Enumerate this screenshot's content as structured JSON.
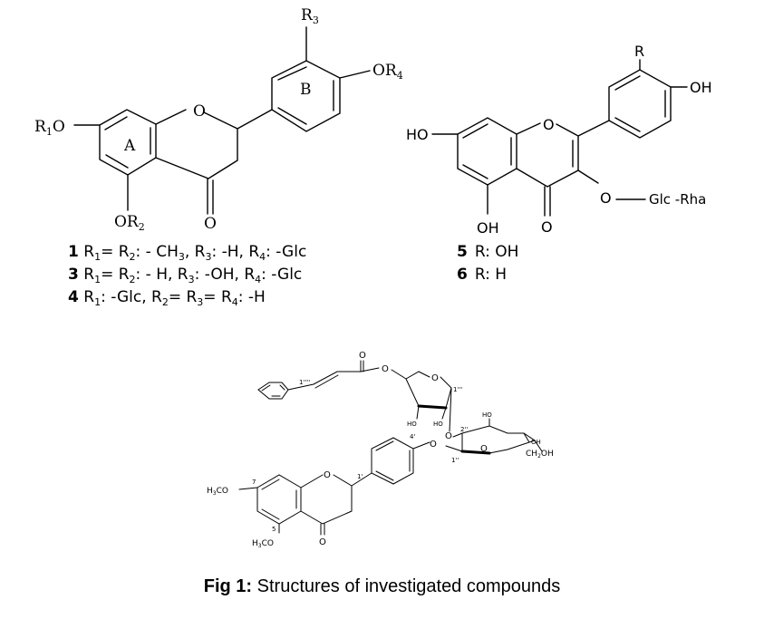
{
  "structure_top_left": {
    "labels": {
      "r3": "R3",
      "or4": "OR4",
      "r1o": "R1O",
      "ring_a": "A",
      "ring_b": "B",
      "ring_o": "O",
      "carbonyl_o": "O",
      "or2": "OR2"
    },
    "compounds": [
      {
        "number": "1",
        "text": "R1= R2: - CH3, R3: -H, R4: -Glc"
      },
      {
        "number": "3",
        "text": "R1= R2: - H, R3: -OH, R4: -Glc"
      },
      {
        "number": "4",
        "text": "R1: -Glc, R2= R3= R4: -H"
      }
    ]
  },
  "structure_top_right": {
    "labels": {
      "r": "R",
      "oh_b": "OH",
      "ho_a": "HO",
      "ring_o": "O",
      "oh_5": "OH",
      "carbonyl_o": "O",
      "ether_o": "O",
      "sugar": "Glc -Rha"
    },
    "compounds": [
      {
        "number": "5",
        "text": "R: OH"
      },
      {
        "number": "6",
        "text": "R: H"
      }
    ]
  },
  "structure_bottom": {
    "labels": {
      "c_carbonyl_o": "O",
      "ester_o": "O",
      "pos_1pppp": "1''''",
      "fur_o": "O",
      "pos_1ppp": "1'''",
      "ho_a": "HO",
      "ho_b": "HO",
      "link_o": "O",
      "pos_2pp": "2''",
      "ho_c": "HO",
      "oh_d": "OH",
      "ch2oh": "CH2OH",
      "glc_o": "O",
      "pos_1pp": "1''",
      "pos_4p": "4'",
      "aglc_o": "O",
      "pos_1p": "1'",
      "ring_o": "O",
      "h3co_7": "H3CO",
      "pos_7": "7",
      "pos_5": "5",
      "h3co_5": "H3CO",
      "carbonyl_o": "O"
    }
  },
  "caption": {
    "label": "Fig 1:",
    "text": " Structures of investigated compounds"
  }
}
